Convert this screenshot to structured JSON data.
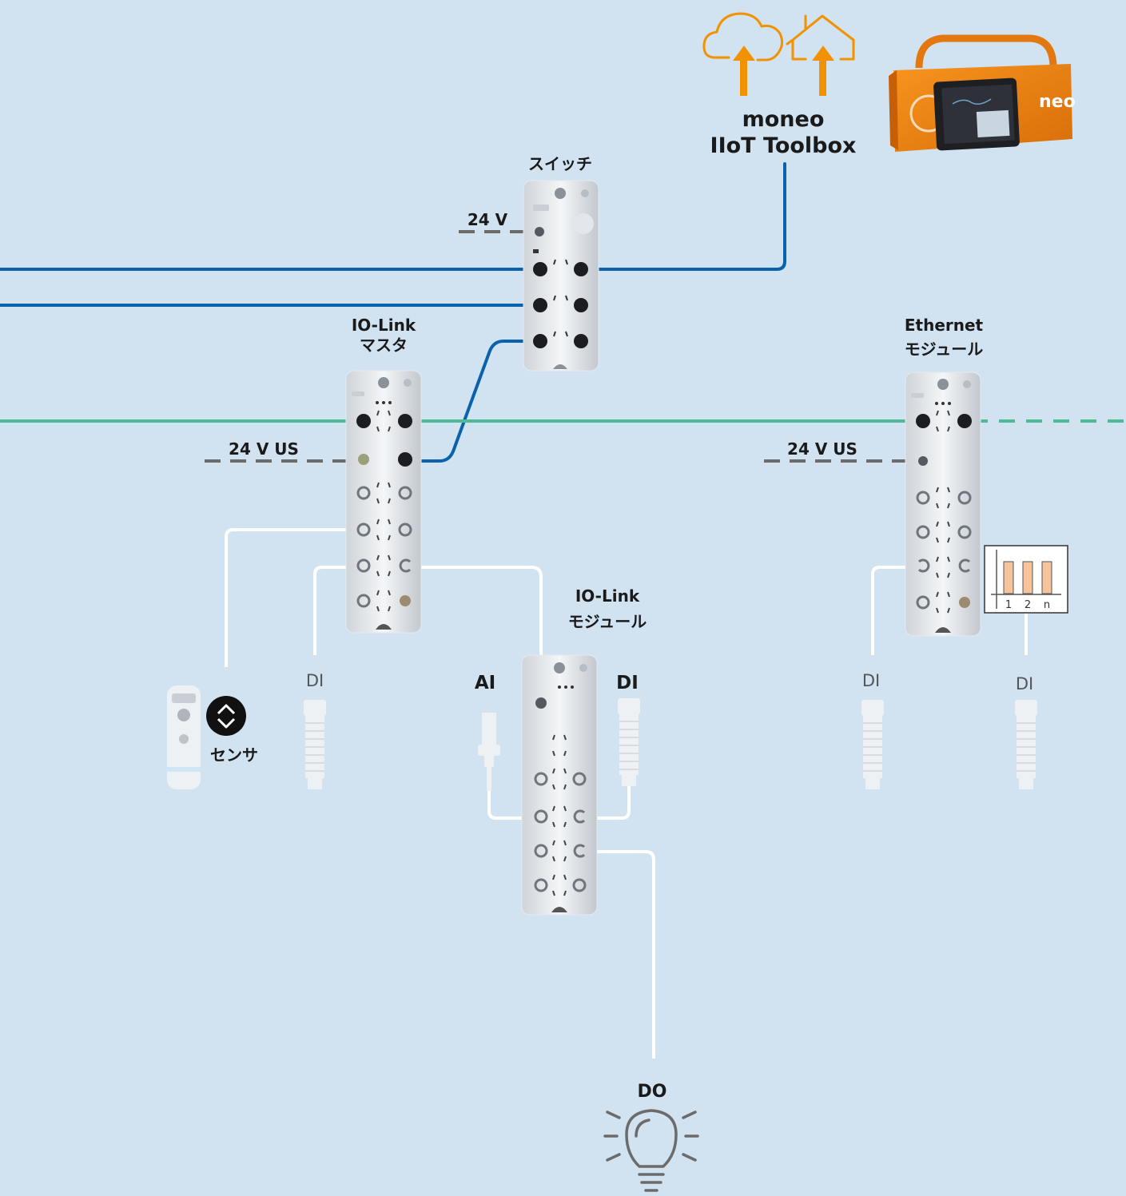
{
  "labels": {
    "toolbox_line1": "moneo",
    "toolbox_line2": "IIoT Toolbox",
    "toolbox_brand": "neo",
    "switch": "スイッチ",
    "switch_power": "24 V",
    "master_line1": "IO-Link",
    "master_line2": "マスタ",
    "master_power": "24 V US",
    "ethernet_line1": "Ethernet",
    "ethernet_line2": "モジュール",
    "ethernet_power": "24 V US",
    "iolink_module_line1": "IO-Link",
    "iolink_module_line2": "モジュール",
    "sensor": "センサ",
    "di_master": "DI",
    "ai": "AI",
    "di_module": "DI",
    "di_eth_1": "DI",
    "di_eth_2": "DI",
    "do": "DO",
    "chart_1": "1",
    "chart_2": "2",
    "chart_n": "n"
  },
  "colors": {
    "background": "#d1e3f1",
    "ethernet_blue": "#0a62ad",
    "iolink_green": "#4dbb95",
    "power_gray": "#6b6b6b",
    "white_cable": "#ffffff",
    "orange": "#f39200"
  },
  "icons": [
    "cloud-upload-icon",
    "house-upload-icon",
    "toolbox-image",
    "sensor-icon",
    "io-link-symbol-icon",
    "connector-icon",
    "lamp-icon",
    "bar-chart-icon"
  ]
}
